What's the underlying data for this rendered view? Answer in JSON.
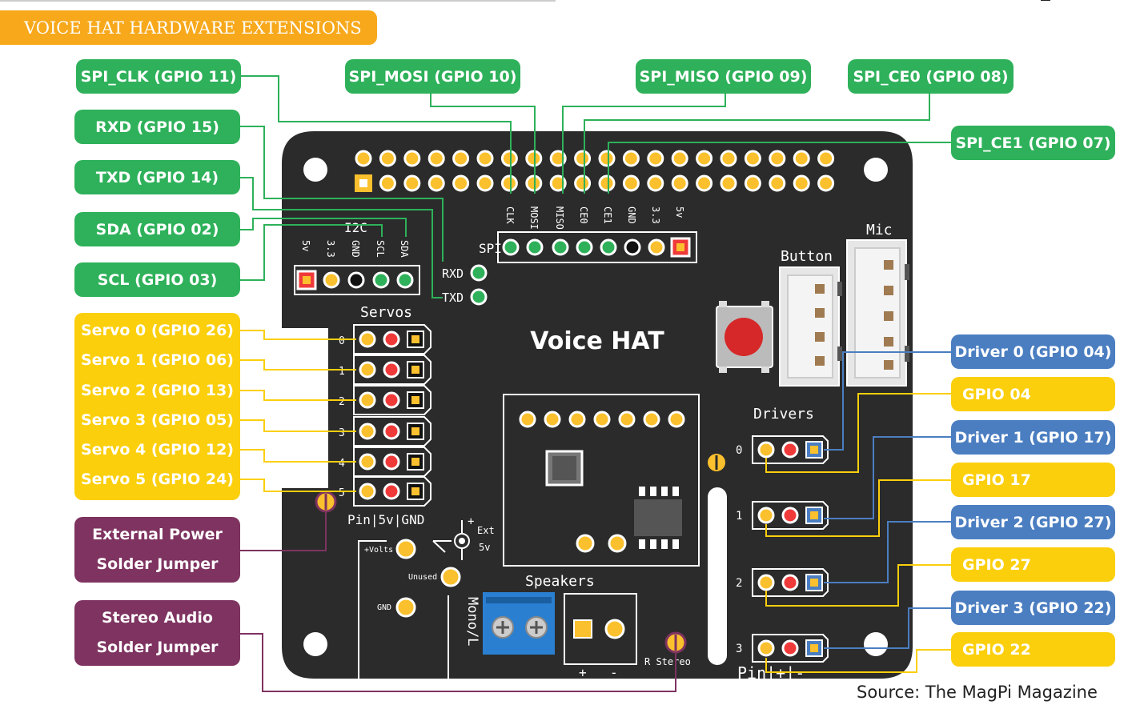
{
  "header": {
    "title": "VOICE HAT HARDWARE EXTENSIONS"
  },
  "labels": {
    "spi_clk": "SPI_CLK (GPIO 11)",
    "spi_mosi": "SPI_MOSI (GPIO 10)",
    "spi_miso": "SPI_MISO (GPIO 09)",
    "spi_ce0": "SPI_CE0 (GPIO 08)",
    "spi_ce1": "SPI_CE1 (GPIO 07)",
    "rxd": "RXD (GPIO 15)",
    "txd": "TXD (GPIO 14)",
    "sda": "SDA (GPIO 02)",
    "scl": "SCL (GPIO 03)",
    "servo0": "Servo 0 (GPIO 26)",
    "servo1": "Servo 1 (GPIO 06)",
    "servo2": "Servo 2 (GPIO 13)",
    "servo3": "Servo 3 (GPIO 05)",
    "servo4": "Servo 4 (GPIO 12)",
    "servo5": "Servo 5 (GPIO 24)",
    "ext_power_1": "External Power",
    "ext_power_2": "Solder Jumper",
    "stereo_1": "Stereo Audio",
    "stereo_2": "Solder Jumper",
    "driver0": "Driver 0 (GPIO 04)",
    "gpio04": "GPIO 04",
    "driver1": "Driver 1 (GPIO 17)",
    "gpio17": "GPIO 17",
    "driver2": "Driver 2 (GPIO 27)",
    "gpio27": "GPIO 27",
    "driver3": "Driver 3 (GPIO 22)",
    "gpio22": "GPIO 22"
  },
  "board": {
    "title": "Voice HAT",
    "spi_header": "SPI",
    "spi_pins": [
      "CLK",
      "MOSI",
      "MISO",
      "CE0",
      "CE1",
      "GND",
      "3.3",
      "5v"
    ],
    "i2c_header": "I2C",
    "i2c_pins": [
      "5v",
      "3.3",
      "GND",
      "SCL",
      "SDA"
    ],
    "rxd": "RXD",
    "txd": "TXD",
    "servos_header": "Servos",
    "servo_numbers": [
      "0",
      "1",
      "2",
      "3",
      "4",
      "5"
    ],
    "servo_footer": "Pin|5v|GND",
    "button": "Button",
    "mic": "Mic",
    "drivers_header": "Drivers",
    "driver_numbers": [
      "0",
      "1",
      "2",
      "3"
    ],
    "driver_footer": "Pin|+|-",
    "speakers": "Speakers",
    "mono": "Mono/L",
    "plus": "+",
    "minus": "-",
    "volts": "+Volts",
    "unused": "Unused",
    "gnd": "GND",
    "ext": "Ext",
    "ext_5v": "5v",
    "ext_plus": "+",
    "r_stereo": "R Stereo"
  },
  "source": "Source: The MagPi Magazine",
  "colors": {
    "green": "#2eb15a",
    "yellow": "#fbcf0c",
    "blue": "#4b7ec1",
    "purple": "#7e3360",
    "orange": "#f7a81b",
    "board": "#2b2b2b",
    "pad": "#fbc02d",
    "red_pin": "#f03a3a"
  }
}
